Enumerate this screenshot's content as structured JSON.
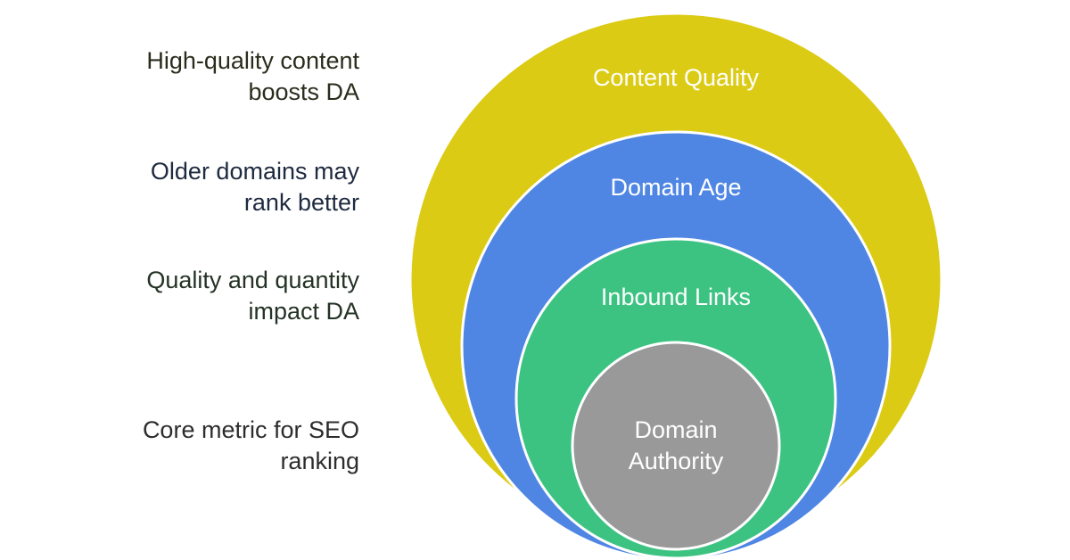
{
  "layers": [
    {
      "label": "Content Quality",
      "label_lines": [
        "Content Quality"
      ],
      "color": "#dccb15",
      "description_lines": [
        "High-quality content",
        "boosts DA"
      ]
    },
    {
      "label": "Domain Age",
      "label_lines": [
        "Domain Age"
      ],
      "color": "#4f86e4",
      "description_lines": [
        "Older domains may",
        "rank better"
      ]
    },
    {
      "label": "Inbound Links",
      "label_lines": [
        "Inbound Links"
      ],
      "color": "#3cc382",
      "description_lines": [
        "Quality and quantity",
        "impact DA"
      ]
    },
    {
      "label": "Domain Authority",
      "label_lines": [
        "Domain",
        "Authority"
      ],
      "color": "#999999",
      "description_lines": [
        "Core metric for SEO",
        "ranking"
      ]
    }
  ]
}
